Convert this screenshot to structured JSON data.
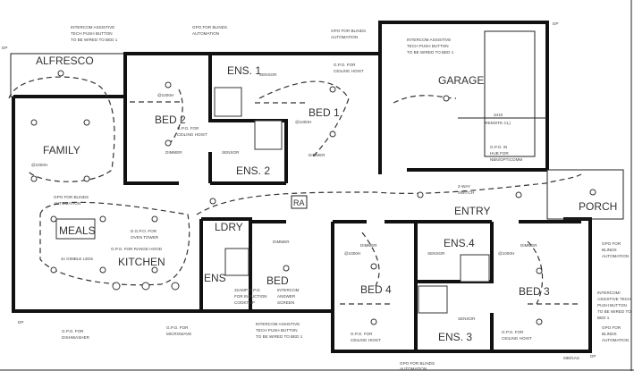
{
  "rooms": {
    "alfresco": "ALFRESCO",
    "family": "FAMILY",
    "bed2": "BED 2",
    "ens1": "ENS. 1",
    "bed1": "BED 1",
    "garage": "GARAGE",
    "ens2": "ENS. 2",
    "meals": "MEALS",
    "kitchen": "KITCHEN",
    "ldry": "LDRY",
    "ens": "ENS",
    "bed": "BED",
    "entry": "ENTRY",
    "porch": "PORCH",
    "ens4": "ENS.4",
    "bed4": "BED 4",
    "bed3": "BED 3",
    "ens3": "ENS. 3",
    "ra": "RA"
  },
  "notes": {
    "intercom_tl": [
      "INTERCOM ASSISTIVE",
      "TECH PUSH BUTTON",
      "TO BE WIRED TO BED 1"
    ],
    "gpo_blinds_top": [
      "GPO FOR BLINDS",
      "AUTOMATION"
    ],
    "gpo_blinds_top2": [
      "GPO FOR BLINDS",
      "AUTOMATION"
    ],
    "intercom_garage": [
      "INTERCOM ASSISTIVE",
      "TECH PUSH BUTTON",
      "TO BE WIRED TO BED 1"
    ],
    "gpo_hoist_bed1": [
      "G.P.O. FOR",
      "CEILING HOIST"
    ],
    "gpo_hoist_bed2": [
      "G.P.O. FOR",
      "CEILING HOIST"
    ],
    "remote": [
      "3410",
      "(REMOTE CL)"
    ],
    "gpo_hub": [
      "G.P.O. IN",
      "HUB FOR",
      "NBN/OPTICOMM"
    ],
    "switch": [
      "2-WAY",
      "SWITCH"
    ],
    "gpo_blinds_family": [
      "GPO FOR BLINDS",
      "AUTOMATION"
    ],
    "oven": [
      "D.G.P.O. FOR",
      "OVEN TOWER"
    ],
    "range": "G.P.O. FOR RANGE HOOD",
    "gimble": "4x GIMBLE LEDs",
    "induction": [
      "32AMP G.P.O.",
      "FOR INDUCTION",
      "COOKTOP"
    ],
    "answer": [
      "INTERCOM",
      "ANSWER",
      "SCREEN"
    ],
    "dishwasher": [
      "G.P.O. FOR",
      "DISHWASHER"
    ],
    "microwave": [
      "G.P.O. FOR",
      "MICROWAVE"
    ],
    "intercom_bottom": [
      "INTERCOM ASSISTIVE",
      "TECH PUSH BUTTON",
      "TO BE WIRED TO BED 1"
    ],
    "gpo_blinds_bottom": [
      "GPO FOR BLINDS",
      "AUTOMATION"
    ],
    "gpo_hoist_bed4": [
      "G.P.O. FOR",
      "CEILING HOIST"
    ],
    "gpo_hoist_bed3": [
      "G.P.O. FOR",
      "CEILING HOIST"
    ],
    "gpo_blinds_r1": [
      "GPO FOR",
      "BLINDS",
      "AUTOMATION"
    ],
    "intercom_r": [
      "INTERCOM/",
      "ASSISTIVE TECH",
      "PUSH BUTTON",
      "TO BE WIRED TO",
      "BED 1"
    ],
    "gpo_blinds_r2": [
      "GPO FOR",
      "BLINDS",
      "AUTOMATION"
    ],
    "dimmer": "DIMMER",
    "sensor": "SENSOR",
    "height": "@1000H",
    "dp": "DP",
    "mbgas": "MB/GAS"
  }
}
